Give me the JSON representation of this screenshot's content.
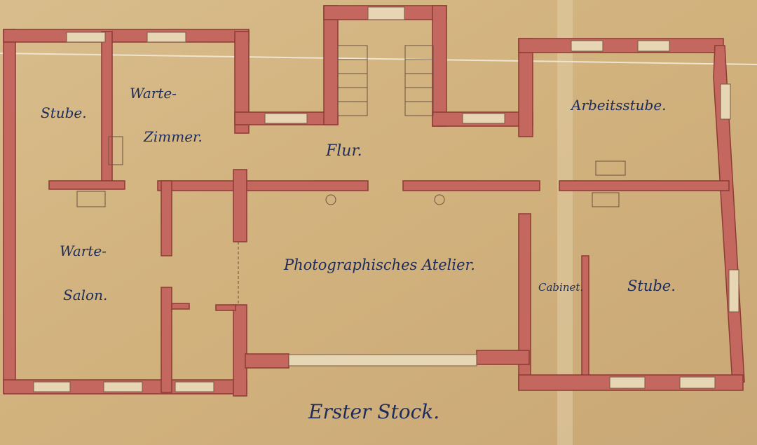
{
  "plan": {
    "title": "Erster Stock.",
    "rooms": {
      "stube_left": "Stube.",
      "warte_zimmer_1": "Warte-",
      "warte_zimmer_2": "Zimmer.",
      "flur": "Flur.",
      "arbeitsstube": "Arbeitsstube.",
      "warte_salon_1": "Warte-",
      "warte_salon_2": "Salon.",
      "atelier": "Photographisches Atelier.",
      "cabinet": "Cabinet.",
      "stube_right": "Stube."
    },
    "colors": {
      "paper": "#d4b887",
      "wall": "#c4675f",
      "ink": "#1d2c5c"
    }
  }
}
